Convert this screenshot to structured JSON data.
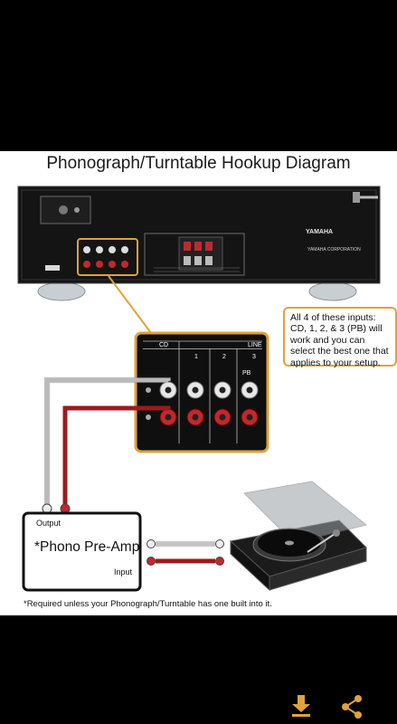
{
  "diagram": {
    "title": "Phonograph/Turntable Hookup Diagram",
    "callout": "All 4 of these inputs: CD, 1, 2, & 3 (PB) will work and you can select the best one that applies to your setup.",
    "footnote": "*Required unless your Phonograph/Turntable has one built into it.",
    "receiver": {
      "brand": "YAMAHA",
      "corporation": "YAMAHA CORPORATION"
    },
    "input_panel": {
      "labels": [
        "CD",
        "LINE",
        "1",
        "2",
        "3",
        "PB"
      ]
    },
    "preamp": {
      "output_label": "Output",
      "name": "*Phono Pre-Amp",
      "input_label": "Input"
    }
  },
  "colors": {
    "accent": "#e0a23c",
    "cable_red": "#a0191c",
    "cable_white": "#f2f2f2",
    "receiver_body": "#141414"
  },
  "toolbar": {
    "download_icon": "download-icon",
    "share_icon": "share-icon"
  }
}
